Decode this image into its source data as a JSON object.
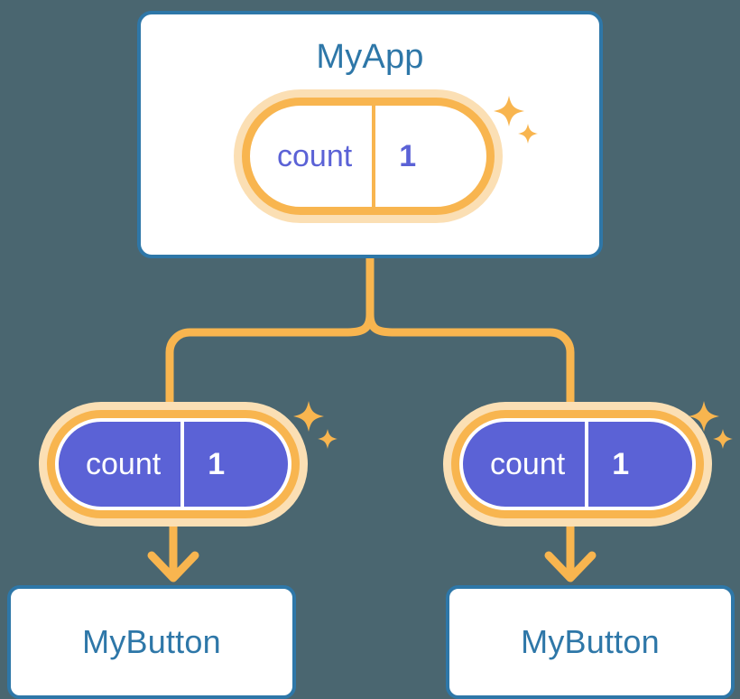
{
  "theme": {
    "background": "#4a6670",
    "card_border": "#2e77a8",
    "card_fill": "#ffffff",
    "title_text": "#2e77a8",
    "pill_ring": "#f8b54f",
    "pill_halo": "#fbdfb4",
    "pill_fill_solid": "#5b62d6",
    "pill_text_light": "#5b62d6",
    "pill_text_solid": "#ffffff",
    "connector": "#f8b54f"
  },
  "diagram": {
    "type": "component-state-propagation-tree",
    "root": {
      "title": "MyApp",
      "state": {
        "key": "count",
        "value": "1"
      },
      "sparkle_icon": "sparkles-icon"
    },
    "branches": [
      {
        "state": {
          "key": "count",
          "value": "1"
        },
        "sparkle_icon": "sparkles-icon",
        "arrow_icon": "arrow-down-icon",
        "child": {
          "title": "MyButton"
        }
      },
      {
        "state": {
          "key": "count",
          "value": "1"
        },
        "sparkle_icon": "sparkles-icon",
        "arrow_icon": "arrow-down-icon",
        "child": {
          "title": "MyButton"
        }
      }
    ]
  }
}
